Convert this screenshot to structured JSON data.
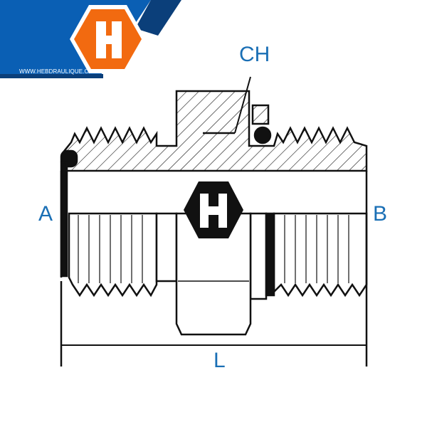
{
  "brand": {
    "url": "WWW.HEBDRAULIQUE.CA",
    "logo_letter": "H",
    "colors": {
      "blue": "#0a5fb4",
      "dark_blue": "#0b3f7a",
      "orange": "#f26a10"
    }
  },
  "labels": {
    "ch": "CH",
    "a": "A",
    "b": "B",
    "l": "L"
  },
  "colors": {
    "label": "#1a6fb5",
    "line": "#111111"
  }
}
